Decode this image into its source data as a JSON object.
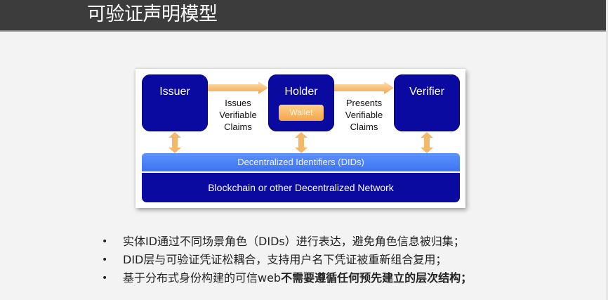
{
  "header": {
    "title": "可验证声明模型"
  },
  "diagram": {
    "issuer": "Issuer",
    "holder": "Holder",
    "wallet": "Wallet",
    "verifier": "Verifier",
    "issues_label": [
      "Issues",
      "Verifiable",
      "Claims"
    ],
    "presents_label": [
      "Presents",
      "Verifiable",
      "Claims"
    ],
    "did_layer": "Decentralized Identifiers (DIDs)",
    "network_layer": "Blockchain or other Decentralized Network",
    "colors": {
      "box": "#0a0aa0",
      "did_layer": "#4a82f8",
      "arrow": "#f5b768",
      "wallet": "#f7b55e"
    }
  },
  "bullets": {
    "marker": "•",
    "items": [
      {
        "text": "实体ID通过不同场景角色（DIDs）进行表达，避免角色信息被归集；"
      },
      {
        "text": "DID层与可验证凭证松耦合，支持用户名下凭证被重新组合复用；"
      },
      {
        "text": "基于分布式身份构建的可信web",
        "bold": "不需要遵循任何预先建立的层次结构；"
      }
    ]
  }
}
